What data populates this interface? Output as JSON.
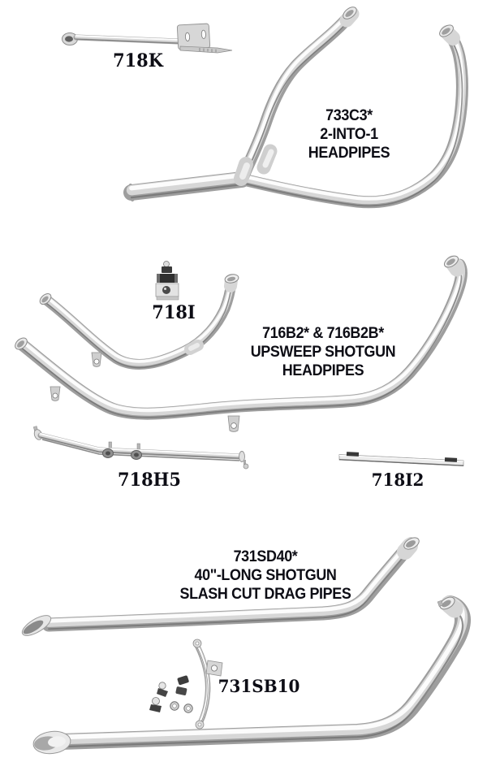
{
  "page": {
    "background": "#ffffff",
    "label_color": "#0d0d15"
  },
  "palette": {
    "pipe_base": "#9e9e9e",
    "pipe_mid": "#d7d7d7",
    "pipe_highlight": "#fcfcfc",
    "pipe_shadow_edge": "#6f6f6f",
    "hardware_dark": "#3f3f3f",
    "open_end_fill": "#e9e9e9"
  },
  "parts": {
    "p718k": {
      "label": "718K"
    },
    "p733c3": {
      "lines": [
        "733C3*",
        "2-INTO-1",
        "HEADPIPES"
      ]
    },
    "p718i": {
      "label": "718I"
    },
    "p716b2": {
      "lines": [
        "716B2* & 716B2B*",
        "UPSWEEP SHOTGUN",
        "HEADPIPES"
      ]
    },
    "p718h5": {
      "label": "718H5"
    },
    "p718i2": {
      "label": "718I2"
    },
    "p731sd40": {
      "lines": [
        "731SD40*",
        "40\"-LONG SHOTGUN",
        "SLASH CUT DRAG PIPES"
      ]
    },
    "p731sb10": {
      "label": "731SB10"
    }
  }
}
